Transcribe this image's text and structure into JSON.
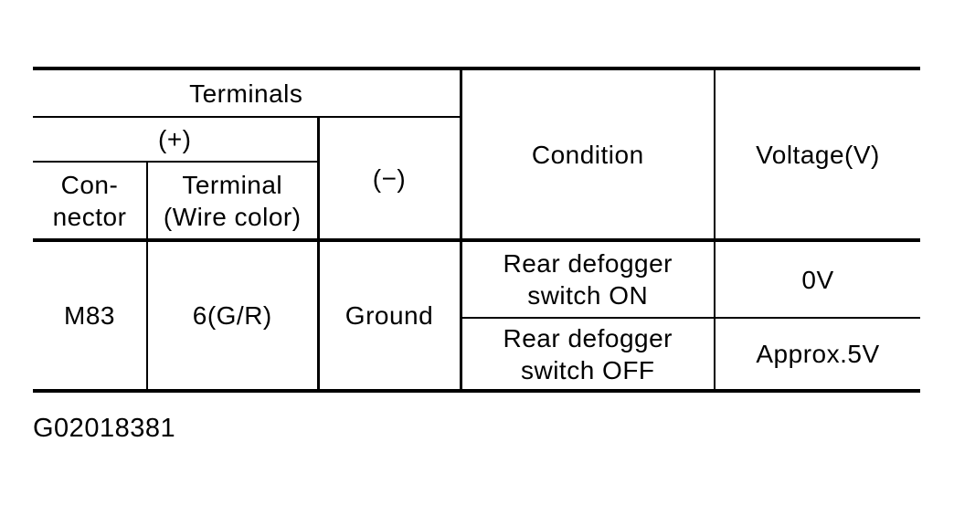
{
  "figure_code": "G02018381",
  "colors": {
    "background": "#ffffff",
    "line": "#000000",
    "text": "#000000"
  },
  "table": {
    "header": {
      "terminals_label": "Terminals",
      "plus_label": "(+)",
      "minus_label": "(−)",
      "connector_label": "Con-\nnector",
      "terminal_label": "Terminal\n(Wire color)",
      "condition_label": "Condition",
      "voltage_label": "Voltage(V)"
    },
    "rows": [
      {
        "connector": "M83",
        "terminal": "6(G/R)",
        "minus": "Ground",
        "conditions": [
          {
            "condition": "Rear defogger\nswitch ON",
            "voltage": "0V"
          },
          {
            "condition": "Rear defogger\nswitch OFF",
            "voltage": "Approx.5V"
          }
        ]
      }
    ]
  }
}
